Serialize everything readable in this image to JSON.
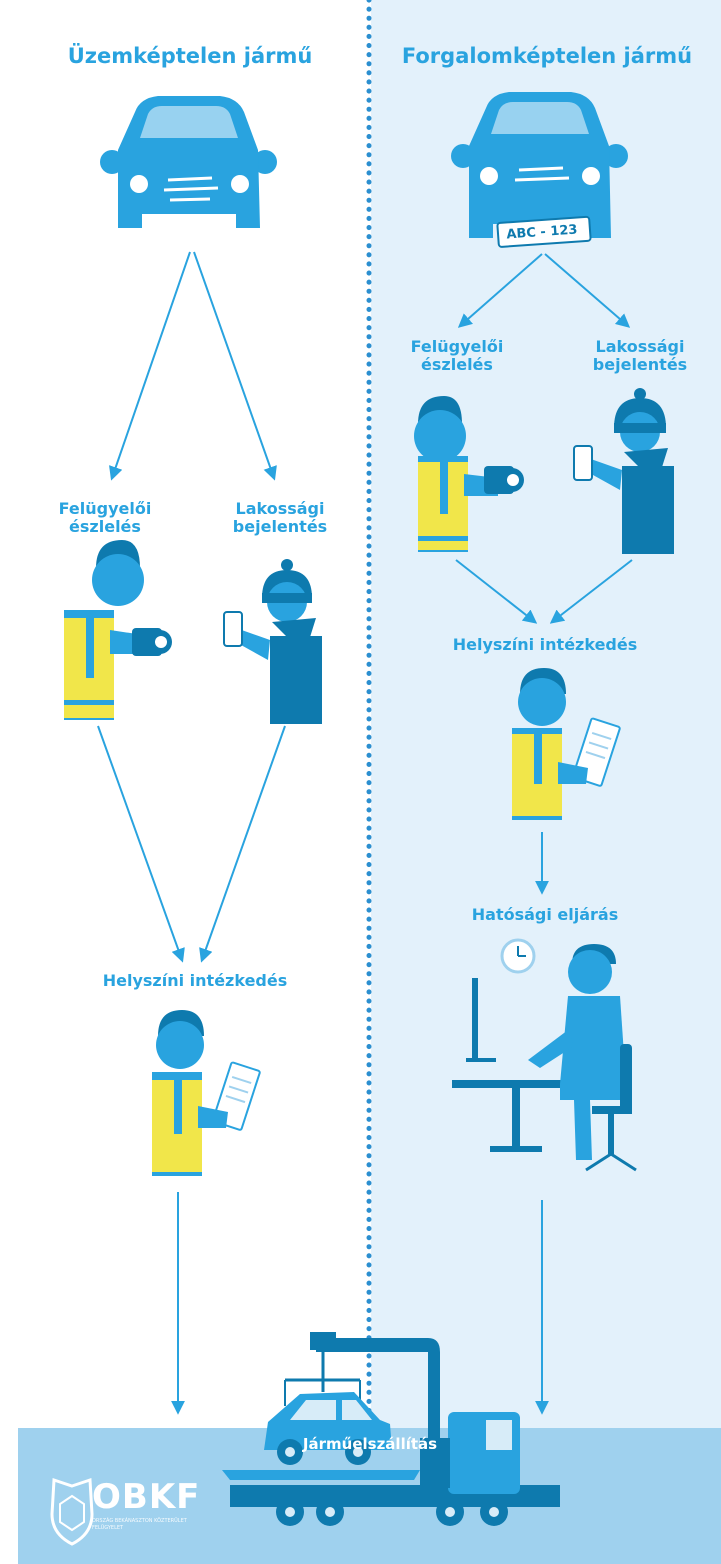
{
  "left": {
    "title": "Üzemképtelen jármű",
    "felugyeloi": "Felügyelői\nészlelés",
    "lakossagi": "Lakossági\nbejelentés",
    "helyszini": "Helyszíni intézkedés"
  },
  "right": {
    "title": "Forgalomképtelen jármű",
    "plate": "ABC - 123",
    "felugyeloi": "Felügyelői\nészlelés",
    "lakossagi": "Lakossági\nbejelentés",
    "helyszini": "Helyszíni intézkedés",
    "hatosagi": "Hatósági eljárás"
  },
  "bottom": {
    "title": "Járműelszállítás"
  },
  "logo": {
    "name": "OBKF",
    "subtitle": "ORSZÁG BEKÁNASZTON KÖZTERÜLET FELÜGYELET"
  },
  "colors": {
    "blue": "#29a3df",
    "dark_blue": "#0e7aae",
    "yellow": "#f1e64a",
    "panel": "#e3f1fb",
    "bottom_band": "#9fd1ee"
  }
}
